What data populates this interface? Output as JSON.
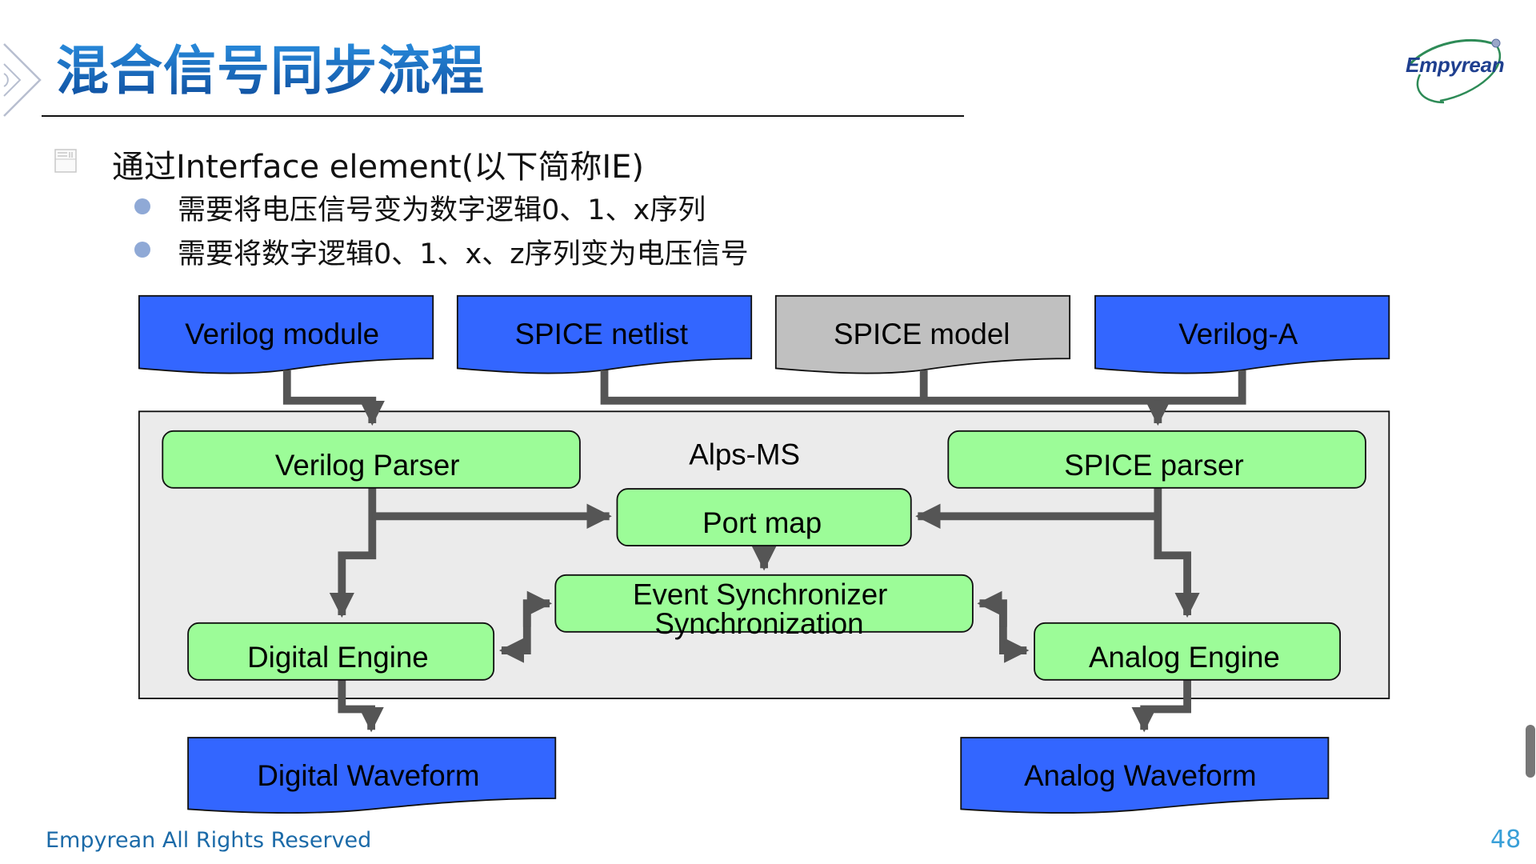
{
  "slide": {
    "title": "混合信号同步流程",
    "logo_text": "Empyrean",
    "footer": "Empyrean All Rights Reserved",
    "page_number": "48"
  },
  "bullets": {
    "main": "通过Interface element(以下简称IE)",
    "sub": [
      "需要将电压信号变为数字逻辑0、1、x序列",
      "需要将数字逻辑0、1、x、z序列变为电压信号"
    ]
  },
  "diagram": {
    "container_label": "Alps-MS",
    "inputs": [
      {
        "label": "Verilog module",
        "color": "#3366ff"
      },
      {
        "label": "SPICE netlist",
        "color": "#3366ff"
      },
      {
        "label": "SPICE model",
        "color": "#c0c0c0"
      },
      {
        "label": "Verilog-A",
        "color": "#3366ff"
      }
    ],
    "processes": {
      "verilog_parser": "Verilog Parser",
      "spice_parser": "SPICE parser",
      "port_map": "Port map",
      "event_sync_line1": "Event Synchronizer",
      "event_sync_line2": "Synchronization",
      "digital_engine": "Digital Engine",
      "analog_engine": "Analog Engine"
    },
    "outputs": [
      {
        "label": "Digital Waveform",
        "color": "#3366ff"
      },
      {
        "label": "Analog Waveform",
        "color": "#3366ff"
      }
    ],
    "colors": {
      "process_fill": "#9cfc98",
      "container_fill": "#ebebeb",
      "connector": "#555555"
    }
  }
}
